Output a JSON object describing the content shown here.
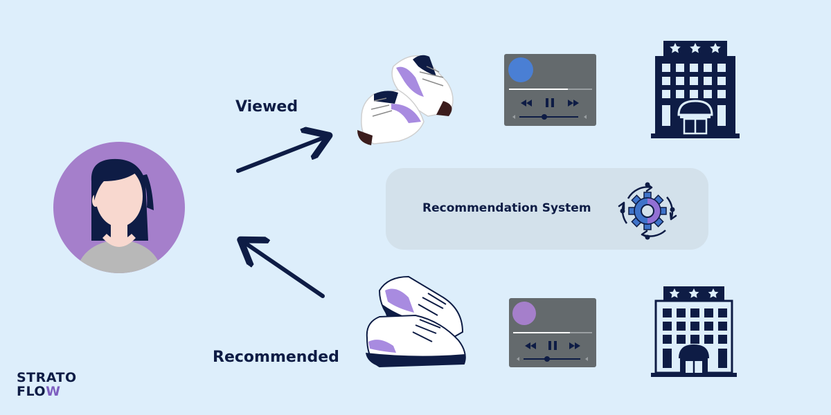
{
  "labels": {
    "viewed": "Viewed",
    "recommended": "Recommended",
    "recommendation_system": "Recommendation System"
  },
  "logo": {
    "line1": "STRATO",
    "line2_prefix": "FLO",
    "line2_accent": "W"
  },
  "colors": {
    "background": "#ddeefb",
    "navy": "#0e1c45",
    "avatar_circle": "#a57fcb",
    "skin": "#f8d8cf",
    "shirt": "#b8b8b8",
    "player_body": "#646a6d",
    "player_dot_viewed": "#4a7fd4",
    "player_dot_recommended": "#a57fcb",
    "shoe_accent": "#a88be0",
    "system_box": "#d3e1eb",
    "gear_blue": "#3f73c9",
    "gear_purple": "#9270d4"
  },
  "icons": {
    "user": "user-avatar-icon",
    "shoes": "sneakers-icon",
    "player": "music-player-icon",
    "hotel": "hotel-building-icon",
    "gear": "gear-cycle-icon"
  }
}
